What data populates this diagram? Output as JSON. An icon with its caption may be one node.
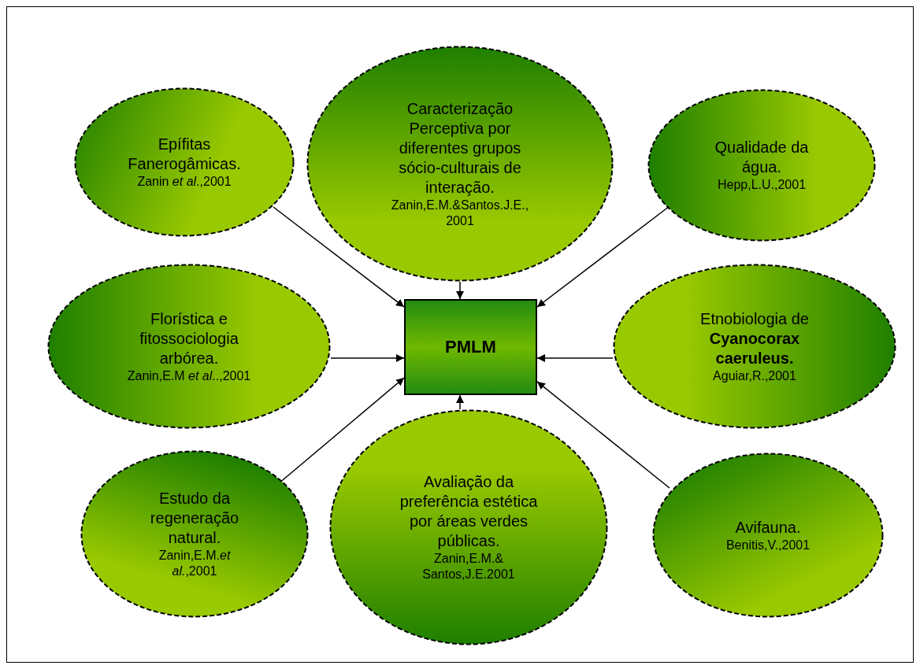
{
  "diagram": {
    "nodes": [
      {
        "text": [
          "Epífitas Fanerogâmicas.",
          "Zanin *et al*.,2001"
        ]
      },
      {
        "text": [
          "Caracterização Perceptiva por diferentes grupos sócio-culturais de interação.",
          "Zanin,E.M.&Santos.J.E., 2001"
        ]
      },
      {
        "text": [
          "Qualidade da água.",
          "Hepp,L.U.,2001"
        ]
      },
      {
        "text": [
          "Florística e fitossociologia arbórea.",
          "Zanin,E.M *et al*..,2001"
        ]
      },
      {
        "text": [
          "PMLM"
        ]
      },
      {
        "text": [
          "Etnobiologia de **Cyanocorax caeruleus.**",
          "Aguiar,R.,2001"
        ]
      },
      {
        "text": [
          "Estudo da regeneração natural.",
          "Zanin,E.M.*et al.*,2001"
        ]
      },
      {
        "text": [
          "Avaliação da preferência estética por áreas verdes públicas.",
          "Zanin,E.M.& Santos,J.E.2001"
        ]
      },
      {
        "text": [
          "Avifauna.",
          "Benitis,V.,2001"
        ]
      }
    ],
    "edges": [
      {
        "from": 0,
        "to": 4,
        "arrow": "to"
      },
      {
        "from": 1,
        "to": 4,
        "arrow": "to"
      },
      {
        "from": 2,
        "to": 4,
        "arrow": "to"
      },
      {
        "from": 3,
        "to": 4,
        "arrow": "to"
      },
      {
        "from": 5,
        "to": 4,
        "arrow": "to"
      },
      {
        "from": 6,
        "to": 4,
        "arrow": "to"
      },
      {
        "from": 7,
        "to": 4,
        "arrow": "to"
      },
      {
        "from": 8,
        "to": 4,
        "arrow": "to"
      }
    ]
  }
}
